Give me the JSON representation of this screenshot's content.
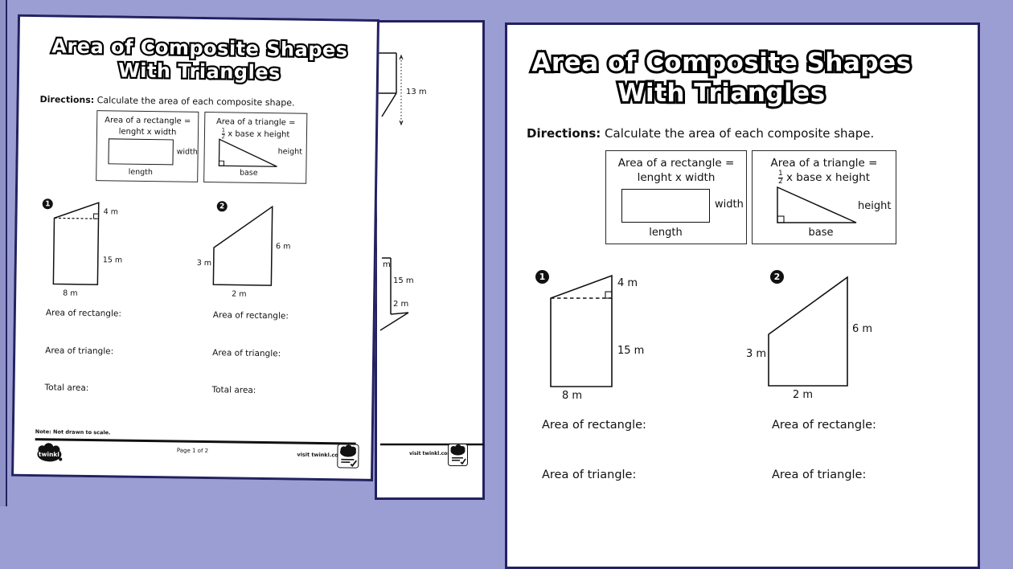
{
  "colors": {
    "background": "#9a9ed2",
    "page_border": "#232161",
    "ink": "#111111"
  },
  "worksheet": {
    "title": {
      "line1": "Area of Composite Shapes",
      "line2": "With Triangles"
    },
    "directions": {
      "label": "Directions:",
      "text": " Calculate the area of each composite shape."
    },
    "formulas": {
      "rectangle": {
        "title_line1": "Area of a rectangle =",
        "title_line2": "lenght x width",
        "side_label": "width",
        "bottom_label": "length"
      },
      "triangle": {
        "title_line1": "Area of a triangle =",
        "fraction_numerator": "1",
        "fraction_denominator": "2",
        "title_line2_rest": " x base x height",
        "side_label": "height",
        "bottom_label": "base"
      }
    },
    "problems": [
      {
        "number": "1",
        "top_label": "4 m",
        "right_label": "15 m",
        "bottom_label": "8 m"
      },
      {
        "number": "2",
        "left_label": "3 m",
        "right_label": "6 m",
        "bottom_label": "2 m"
      }
    ],
    "answers": {
      "rectangle": "Area of rectangle:",
      "triangle": "Area of triangle:",
      "total": "Total area:"
    },
    "footer": {
      "note": "Note: Not drawn to scale.",
      "page": "Page 1 of 2",
      "visit": "visit twinkl.com",
      "brand": "twinkl"
    }
  },
  "page2_preview": {
    "arrow_label": "13 m",
    "partial_label": "m",
    "label_15": "15 m",
    "label_2": "2 m"
  }
}
